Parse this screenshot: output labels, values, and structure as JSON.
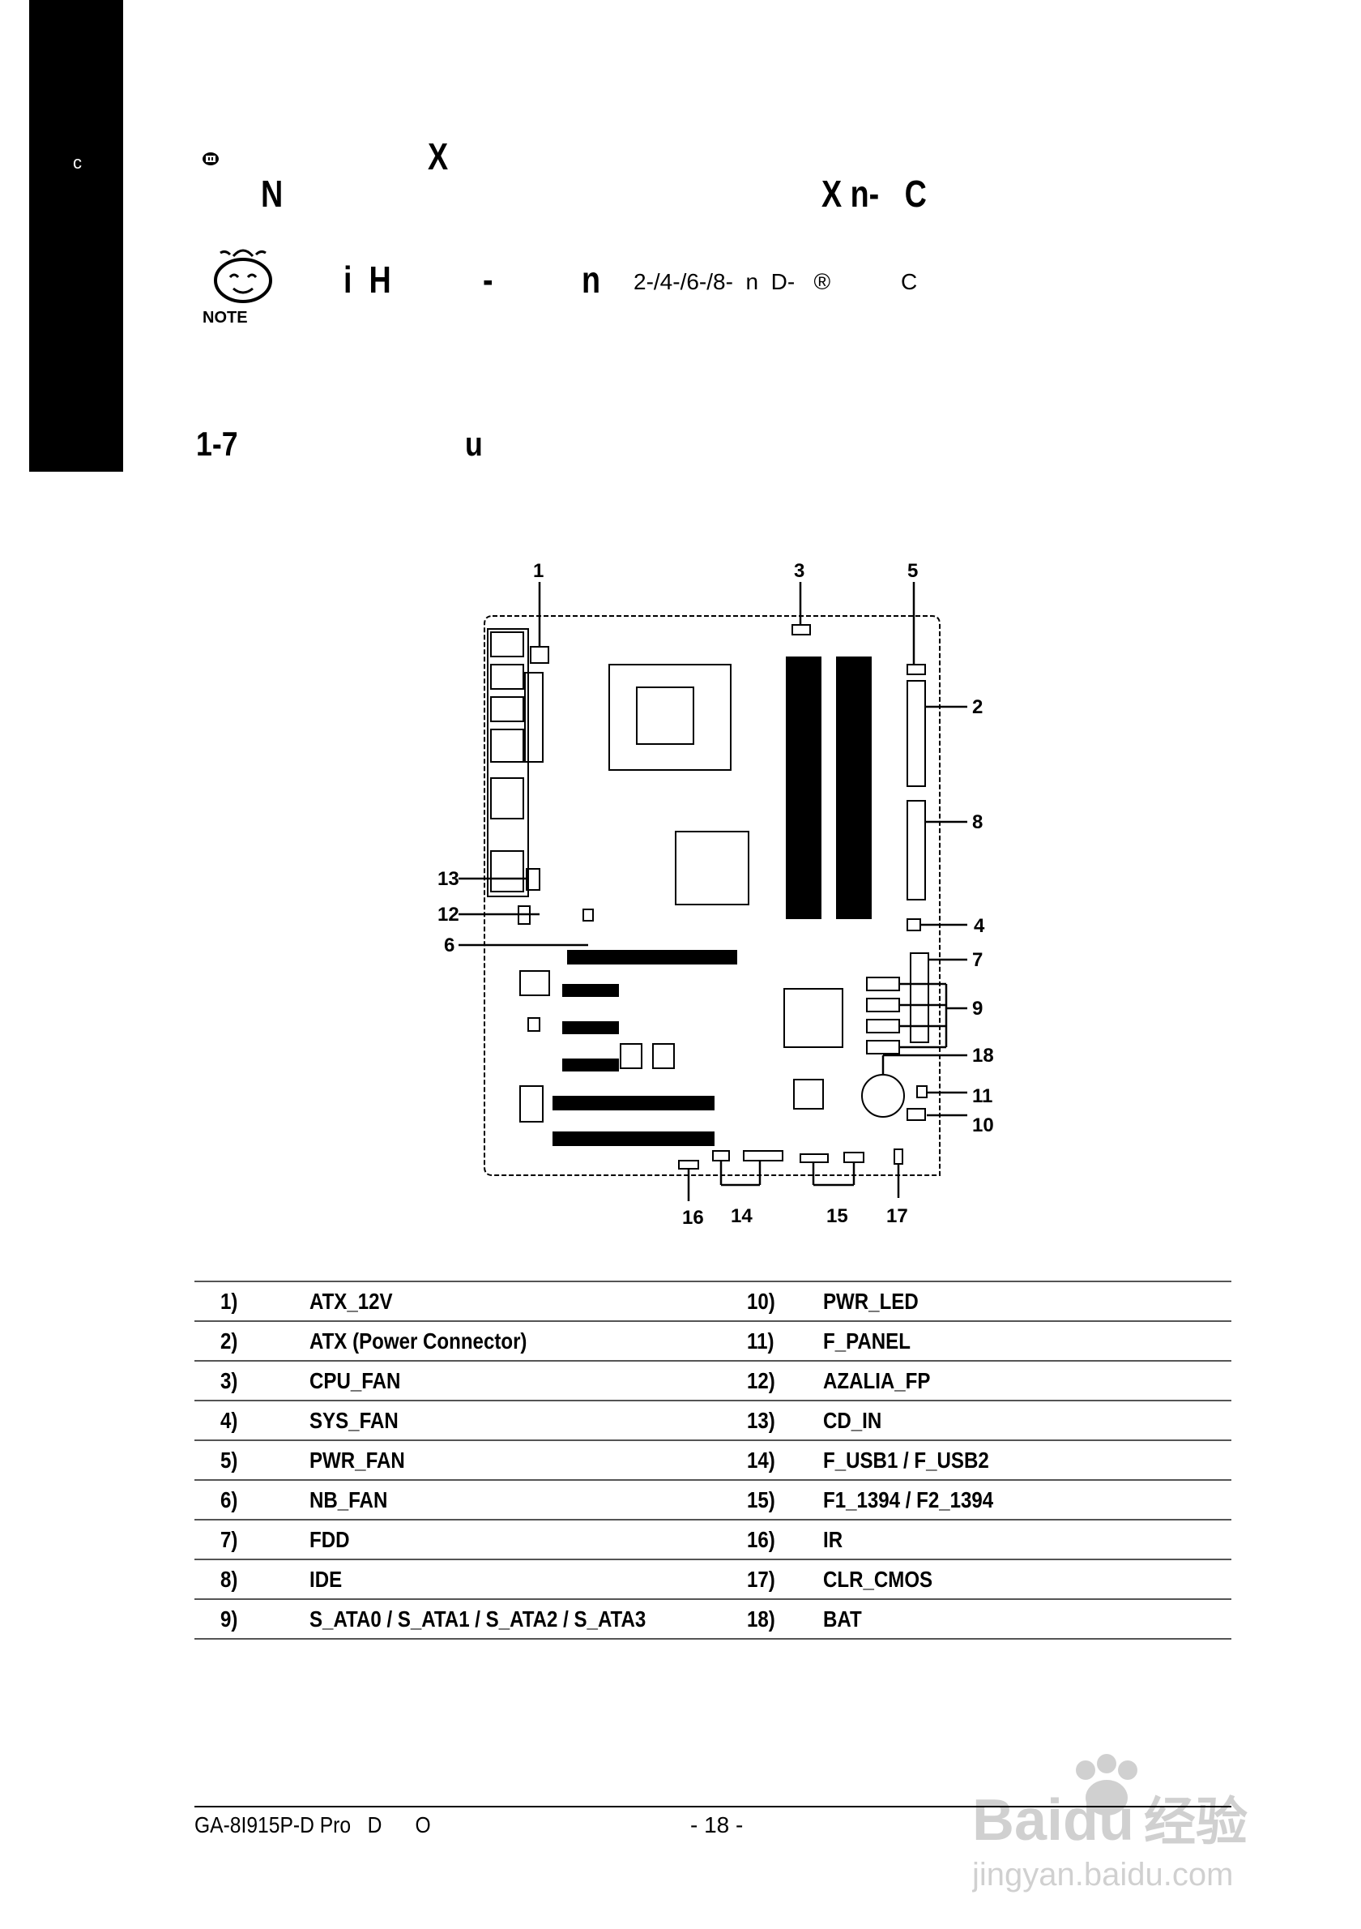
{
  "side_tab": {
    "text": "c"
  },
  "intro": {
    "line1": "X",
    "line2_left": "N",
    "line2_right": "X n-   C"
  },
  "note": {
    "icon_label": "NOTE",
    "strong1": "i  H",
    "strong2": "-",
    "strong3": "n",
    "rest": "2-/4-/6-/8-  n  D-   ®",
    "tail": "C"
  },
  "section": {
    "number": "1-7",
    "title": "u"
  },
  "diagram": {
    "callouts": [
      "1",
      "2",
      "3",
      "4",
      "5",
      "6",
      "7",
      "8",
      "9",
      "10",
      "11",
      "12",
      "13",
      "14",
      "15",
      "16",
      "17",
      "18"
    ]
  },
  "parts_table": {
    "rows": [
      {
        "n1": "1)",
        "l1": "ATX_12V",
        "n2": "10)",
        "l2": "PWR_LED"
      },
      {
        "n1": "2)",
        "l1": "ATX (Power Connector)",
        "n2": "11)",
        "l2": "F_PANEL"
      },
      {
        "n1": "3)",
        "l1": "CPU_FAN",
        "n2": "12)",
        "l2": "AZALIA_FP"
      },
      {
        "n1": "4)",
        "l1": "SYS_FAN",
        "n2": "13)",
        "l2": "CD_IN"
      },
      {
        "n1": "5)",
        "l1": "PWR_FAN",
        "n2": "14)",
        "l2": "F_USB1 / F_USB2"
      },
      {
        "n1": "6)",
        "l1": "NB_FAN",
        "n2": "15)",
        "l2": "F1_1394 / F2_1394"
      },
      {
        "n1": "7)",
        "l1": "FDD",
        "n2": "16)",
        "l2": "IR"
      },
      {
        "n1": "8)",
        "l1": "IDE",
        "n2": "17)",
        "l2": "CLR_CMOS"
      },
      {
        "n1": "9)",
        "l1": "S_ATA0 / S_ATA1 / S_ATA2 / S_ATA3",
        "n2": "18)",
        "l2": "BAT"
      }
    ]
  },
  "footer": {
    "model": "GA-8I915P-D Pro   D      O",
    "page": "- 18 -"
  },
  "watermark": {
    "brand": "Baidu",
    "cn": "经验",
    "url": "jingyan.baidu.com"
  }
}
